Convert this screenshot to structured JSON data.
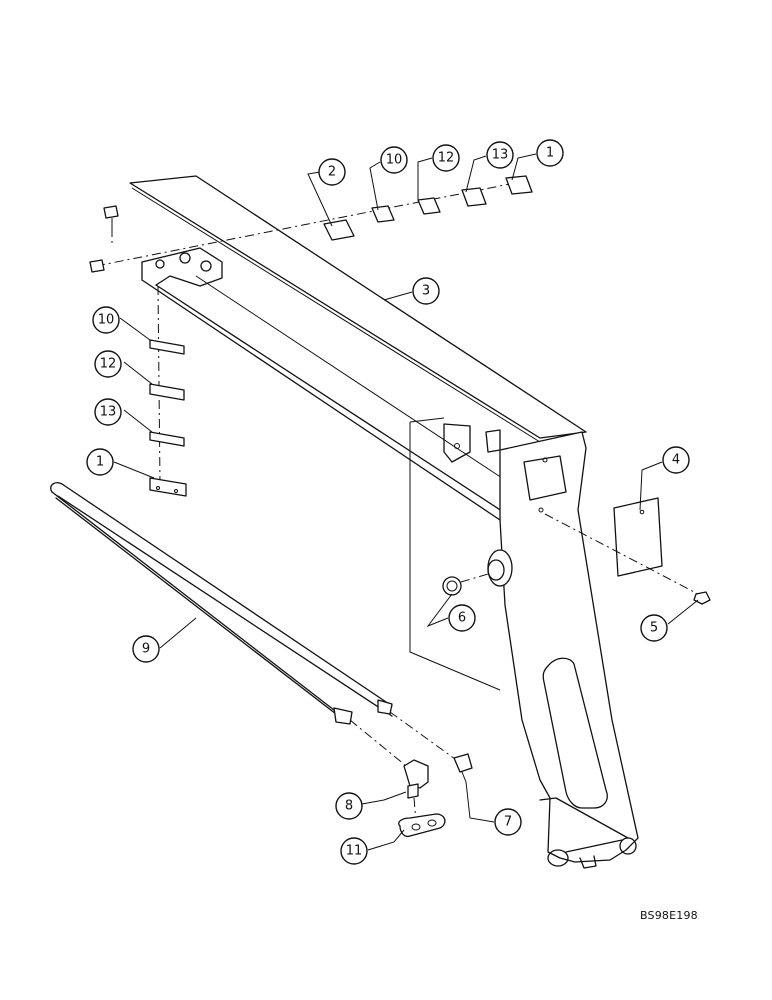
{
  "drawing_code": "BS98E198",
  "callouts": [
    {
      "id": "c2a",
      "label": "2"
    },
    {
      "id": "c10a",
      "label": "10"
    },
    {
      "id": "c12a",
      "label": "12"
    },
    {
      "id": "c13a",
      "label": "13"
    },
    {
      "id": "c1a",
      "label": "1"
    },
    {
      "id": "c3",
      "label": "3"
    },
    {
      "id": "c10b",
      "label": "10"
    },
    {
      "id": "c12b",
      "label": "12"
    },
    {
      "id": "c13b",
      "label": "13"
    },
    {
      "id": "c1b",
      "label": "1"
    },
    {
      "id": "c4",
      "label": "4"
    },
    {
      "id": "c5",
      "label": "5"
    },
    {
      "id": "c6",
      "label": "6"
    },
    {
      "id": "c9",
      "label": "9"
    },
    {
      "id": "c7",
      "label": "7"
    },
    {
      "id": "c8",
      "label": "8"
    },
    {
      "id": "c11",
      "label": "11"
    }
  ]
}
